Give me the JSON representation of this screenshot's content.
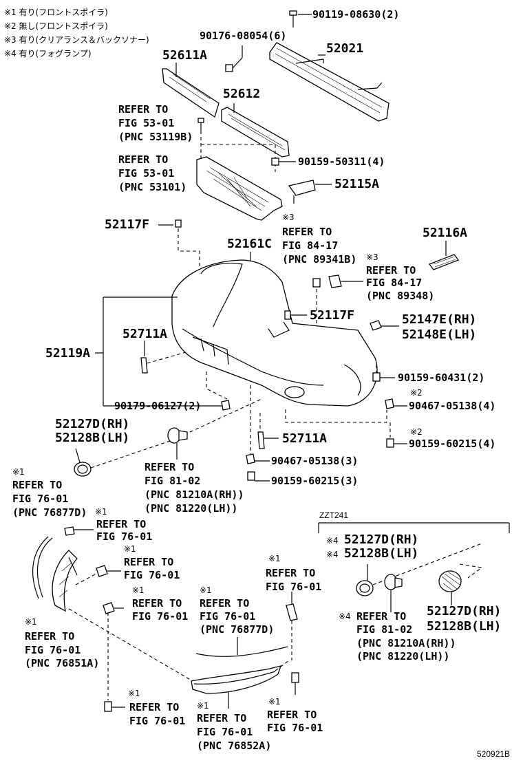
{
  "notes": [
    "※1 有り(フロントスポイラ)",
    "※2 無し(フロントスポイラ)",
    "※3 有り(クリアランス＆バックソナー)",
    "※4 有り(フォグランプ)"
  ],
  "labels": {
    "p90119": "90119-08630(2)",
    "p90176": "90176-08054(6)",
    "p52021": "52021",
    "p52611A": "52611A",
    "p52612": "52612",
    "ref53_01_a1": "REFER TO",
    "ref53_01_a2": "FIG 53-01",
    "ref53_01_a3": "(PNC 53119B)",
    "ref53_01_b1": "REFER TO",
    "ref53_01_b2": "FIG 53-01",
    "ref53_01_b3": "(PNC 53101)",
    "p90159_50311": "90159-50311(4)",
    "p52115A": "52115A",
    "p52117F_a": "52117F",
    "m3a": "※3",
    "ref84_a1": "REFER TO",
    "ref84_a2": "FIG 84-17",
    "ref84_a3": "(PNC 89341B)",
    "p52116A": "52116A",
    "p52161C": "52161C",
    "m3b": "※3",
    "ref84_b1": "REFER TO",
    "ref84_b2": "FIG 84-17",
    "ref84_b3": "(PNC 89348)",
    "p52117F_b": "52117F",
    "p52147E": "52147E(RH)",
    "p52148E": "52148E(LH)",
    "p52711A_a": "52711A",
    "p52119A": "52119A",
    "p90159_60431": "90159-60431(2)",
    "m2a": "※2",
    "p90467_05138_4": "90467-05138(4)",
    "p90179": "90179-06127(2)",
    "p52127D_a": "52127D(RH)",
    "p52128B_a": "52128B(LH)",
    "p52711A_b": "52711A",
    "m2b": "※2",
    "p90159_60215_4": "90159-60215(4)",
    "p90467_05138_3": "90467-05138(3)",
    "p90159_60215_3": "90159-60215(3)",
    "ref81_a1": "REFER TO",
    "ref81_a2": "FIG 81-02",
    "ref81_a3": "(PNC 81210A(RH))",
    "ref81_a4": "(PNC 81220(LH))",
    "m1a": "※1",
    "ref76_a1": "REFER TO",
    "ref76_a2": "FIG 76-01",
    "ref76_a3": "(PNC 76877D)",
    "m1b": "※1",
    "ref76_b1": "REFER TO",
    "ref76_b2": "FIG 76-01",
    "m1c": "※1",
    "ref76_c1": "REFER TO",
    "ref76_c2": "FIG 76-01",
    "m1d": "※1",
    "ref76_d1": "REFER TO",
    "ref76_d2": "FIG 76-01",
    "m1e": "※1",
    "ref76_e1": "REFER TO",
    "ref76_e2": "FIG 76-01",
    "ref76_e3": "(PNC 76877D)",
    "m1f": "※1",
    "ref76_f1": "REFER TO",
    "ref76_f2": "FIG 76-01",
    "m1g": "※1",
    "ref76_g1": "REFER TO",
    "ref76_g2": "FIG 76-01",
    "ref76_g3": "(PNC 76851A)",
    "m1h": "※1",
    "ref76_h1": "REFER TO",
    "ref76_h2": "FIG 76-01",
    "m1i": "※1",
    "ref76_i1": "REFER TO",
    "ref76_i2": "FIG 76-01",
    "ref76_i3": "(PNC 76852A)",
    "m1j": "※1",
    "ref76_j1": "REFER TO",
    "ref76_j2": "FIG 76-01",
    "zzt": "ZZT241",
    "m4a": "※4",
    "p52127D_b": "52127D(RH)",
    "m4b": "※4",
    "p52128B_b": "52128B(LH)",
    "m4c": "※4",
    "ref81_b1": "REFER TO",
    "ref81_b2": "FIG 81-02",
    "ref81_b3": "(PNC 81210A(RH))",
    "ref81_b4": "(PNC 81220(LH))",
    "p52127D_c": "52127D(RH)",
    "p52128B_c": "52128B(LH)",
    "fig_id": "520921B"
  }
}
